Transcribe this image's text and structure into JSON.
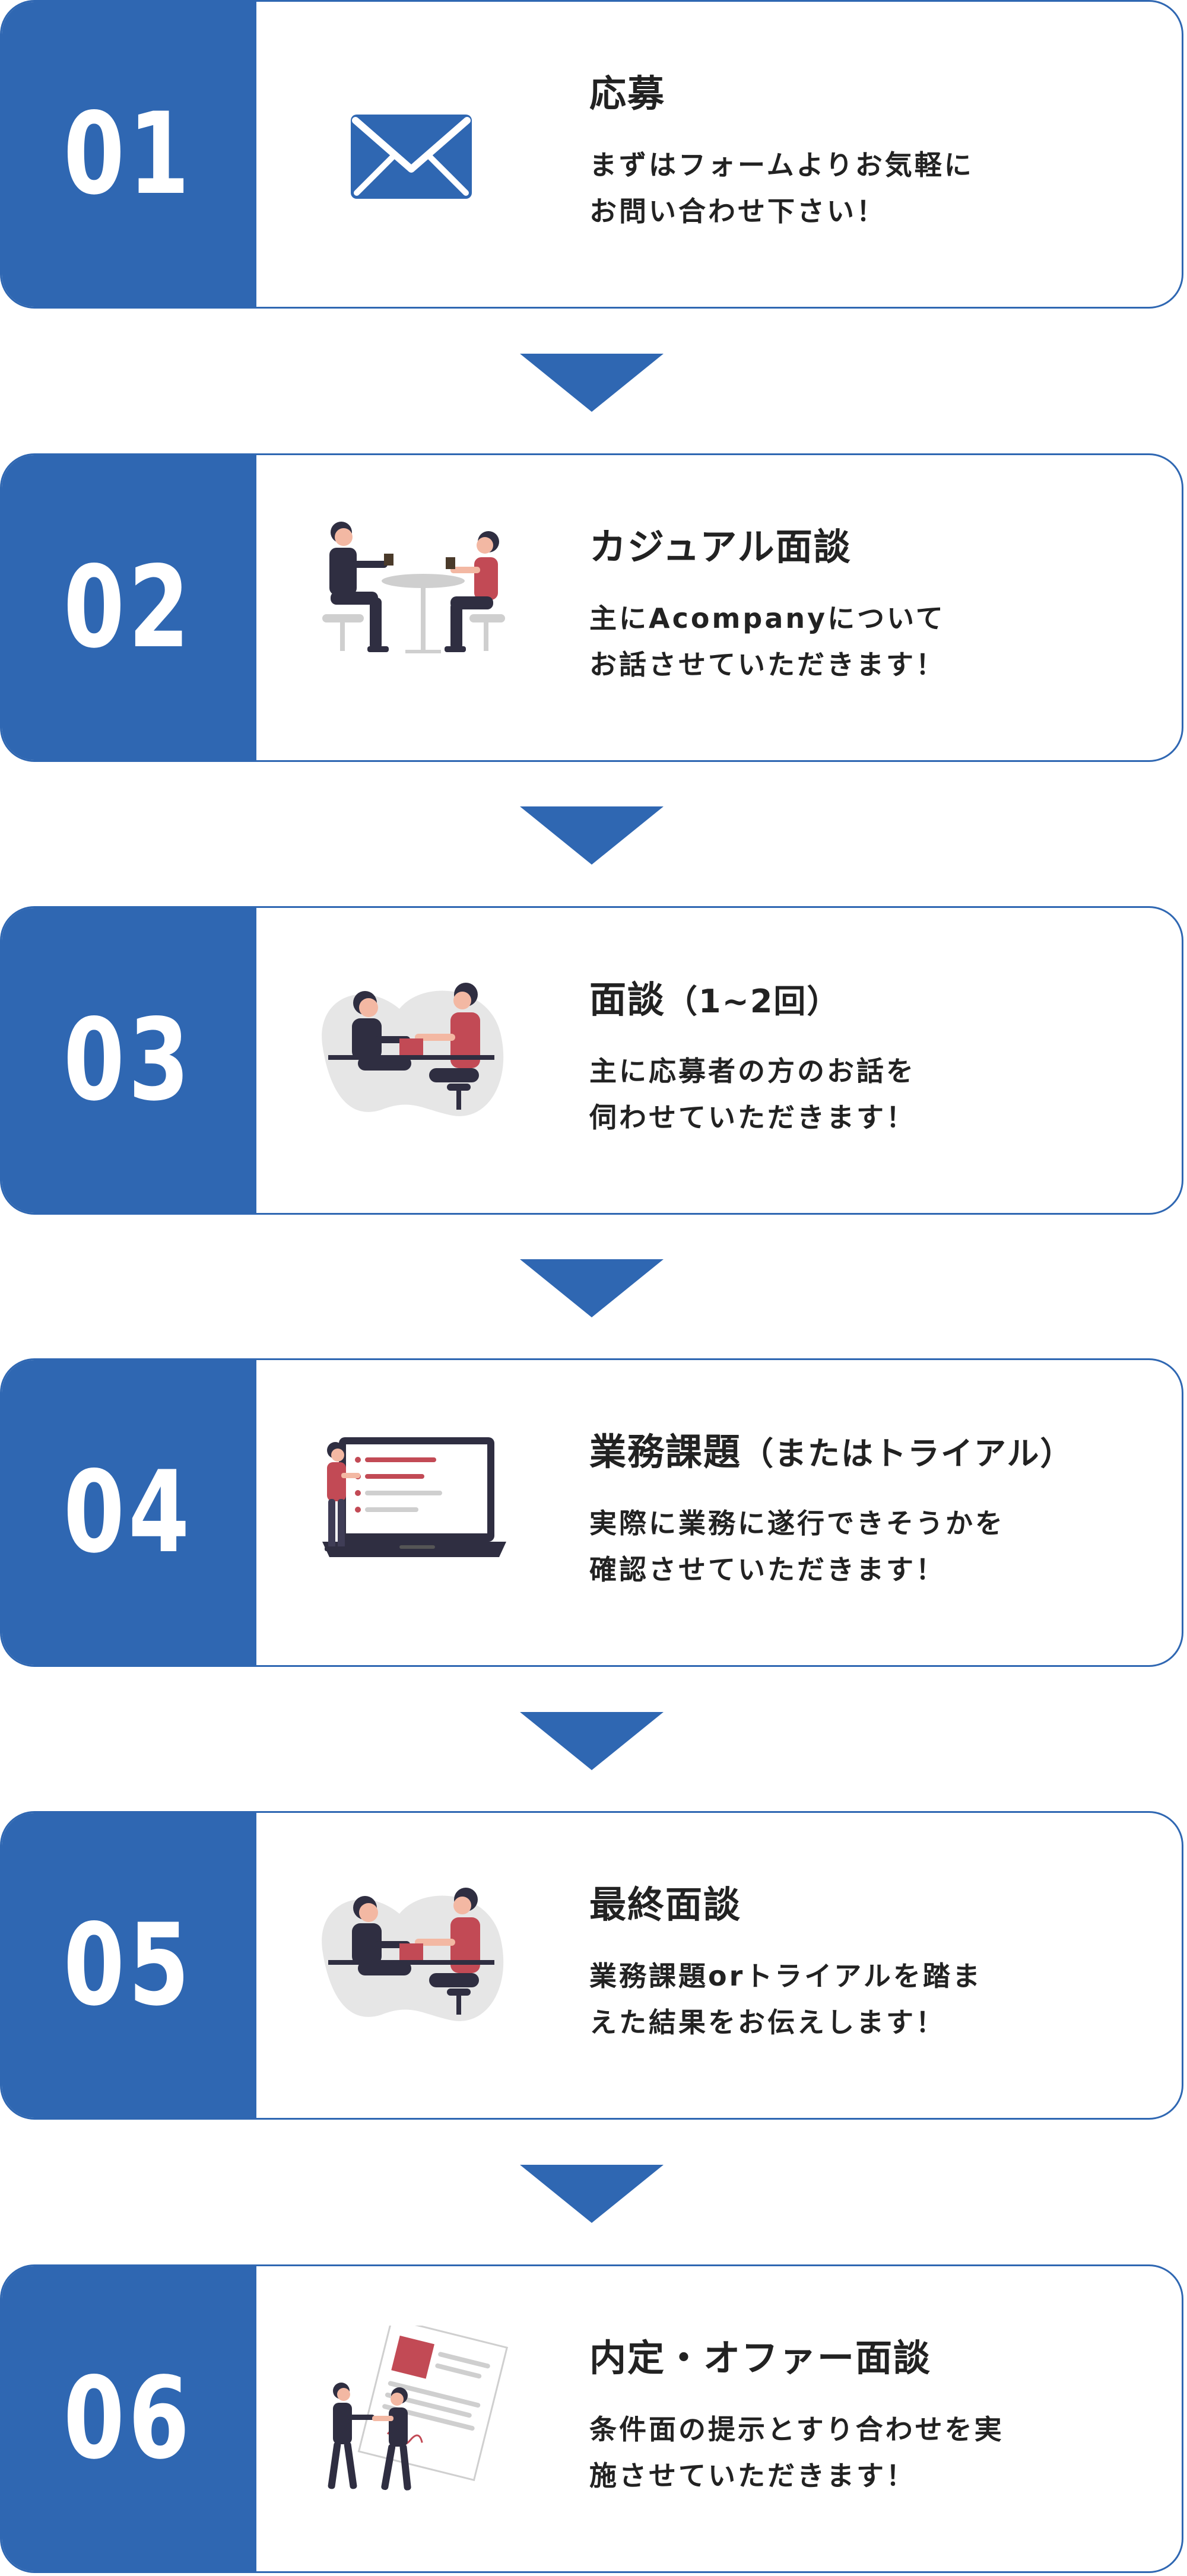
{
  "colors": {
    "accent": "#2f67b2",
    "text": "#222222",
    "illustration_red": "#c24a55",
    "illustration_dark": "#2f2e41",
    "illustration_gray": "#e6e6e6"
  },
  "steps": [
    {
      "number": "01",
      "icon": "envelope-icon",
      "title": "応募",
      "title_sub": "",
      "desc": [
        "まずはフォームよりお気軽に",
        "お問い合わせ下さい！"
      ]
    },
    {
      "number": "02",
      "icon": "casual-meeting-illustration",
      "title": "カジュアル面談",
      "title_sub": "",
      "desc": [
        "主にAcompanyについて",
        "お話させていただきます！"
      ]
    },
    {
      "number": "03",
      "icon": "interview-illustration",
      "title": "面談",
      "title_sub": "（1~2回）",
      "desc": [
        "主に応募者の方のお話を",
        "伺わせていただきます！"
      ]
    },
    {
      "number": "04",
      "icon": "laptop-task-illustration",
      "title": "業務課題",
      "title_sub": "（またはトライアル）",
      "desc": [
        "実際に業務に遂行できそうかを",
        "確認させていただきます！"
      ]
    },
    {
      "number": "05",
      "icon": "final-interview-illustration",
      "title": "最終面談",
      "title_sub": "",
      "desc": [
        "業務課題orトライアルを踏ま",
        "えた結果をお伝えします！"
      ]
    },
    {
      "number": "06",
      "icon": "offer-contract-illustration",
      "title": "内定・オファー面談",
      "title_sub": "",
      "desc": [
        "条件面の提示とすり合わせを実",
        "施させていただきます！"
      ]
    }
  ],
  "connector_icon": "chevron-down-icon"
}
